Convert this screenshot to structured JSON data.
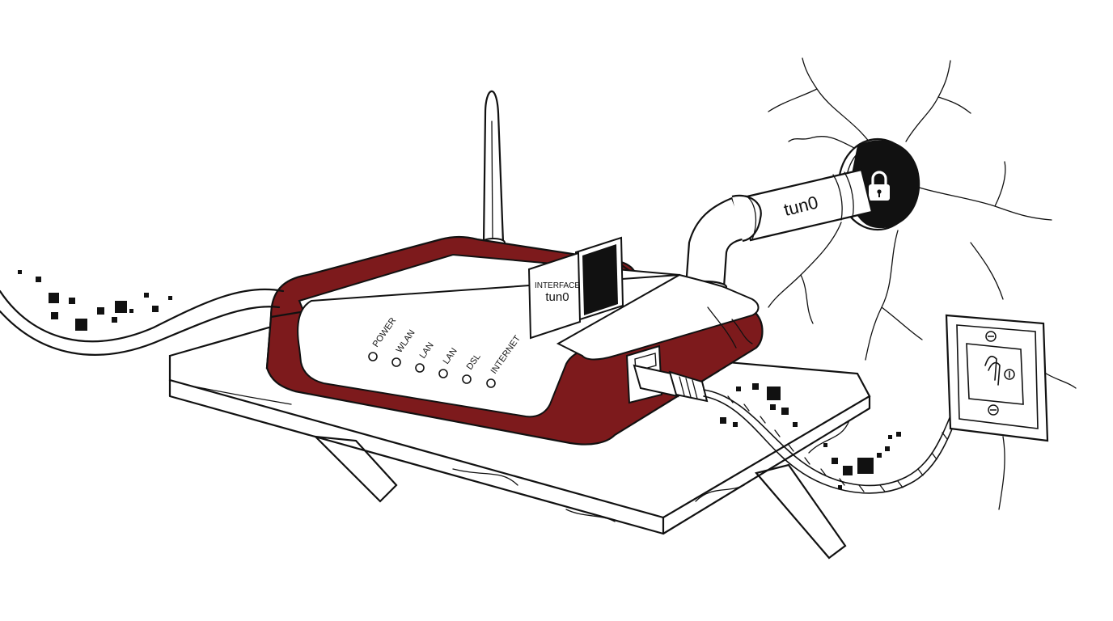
{
  "router": {
    "leds": [
      "POWER",
      "WLAN",
      "LAN",
      "LAN",
      "DSL",
      "INTERNET"
    ],
    "card_line1": "INTERFACE",
    "card_line2": "tun0"
  },
  "pipe": {
    "label": "tun0"
  },
  "colors": {
    "router_shell": "#7d1a1c",
    "ink": "#111111",
    "paper": "#ffffff"
  },
  "icons": {
    "lock": "padlock-icon",
    "socket": "wall-socket-icon",
    "plug": "ethernet-plug-icon"
  }
}
